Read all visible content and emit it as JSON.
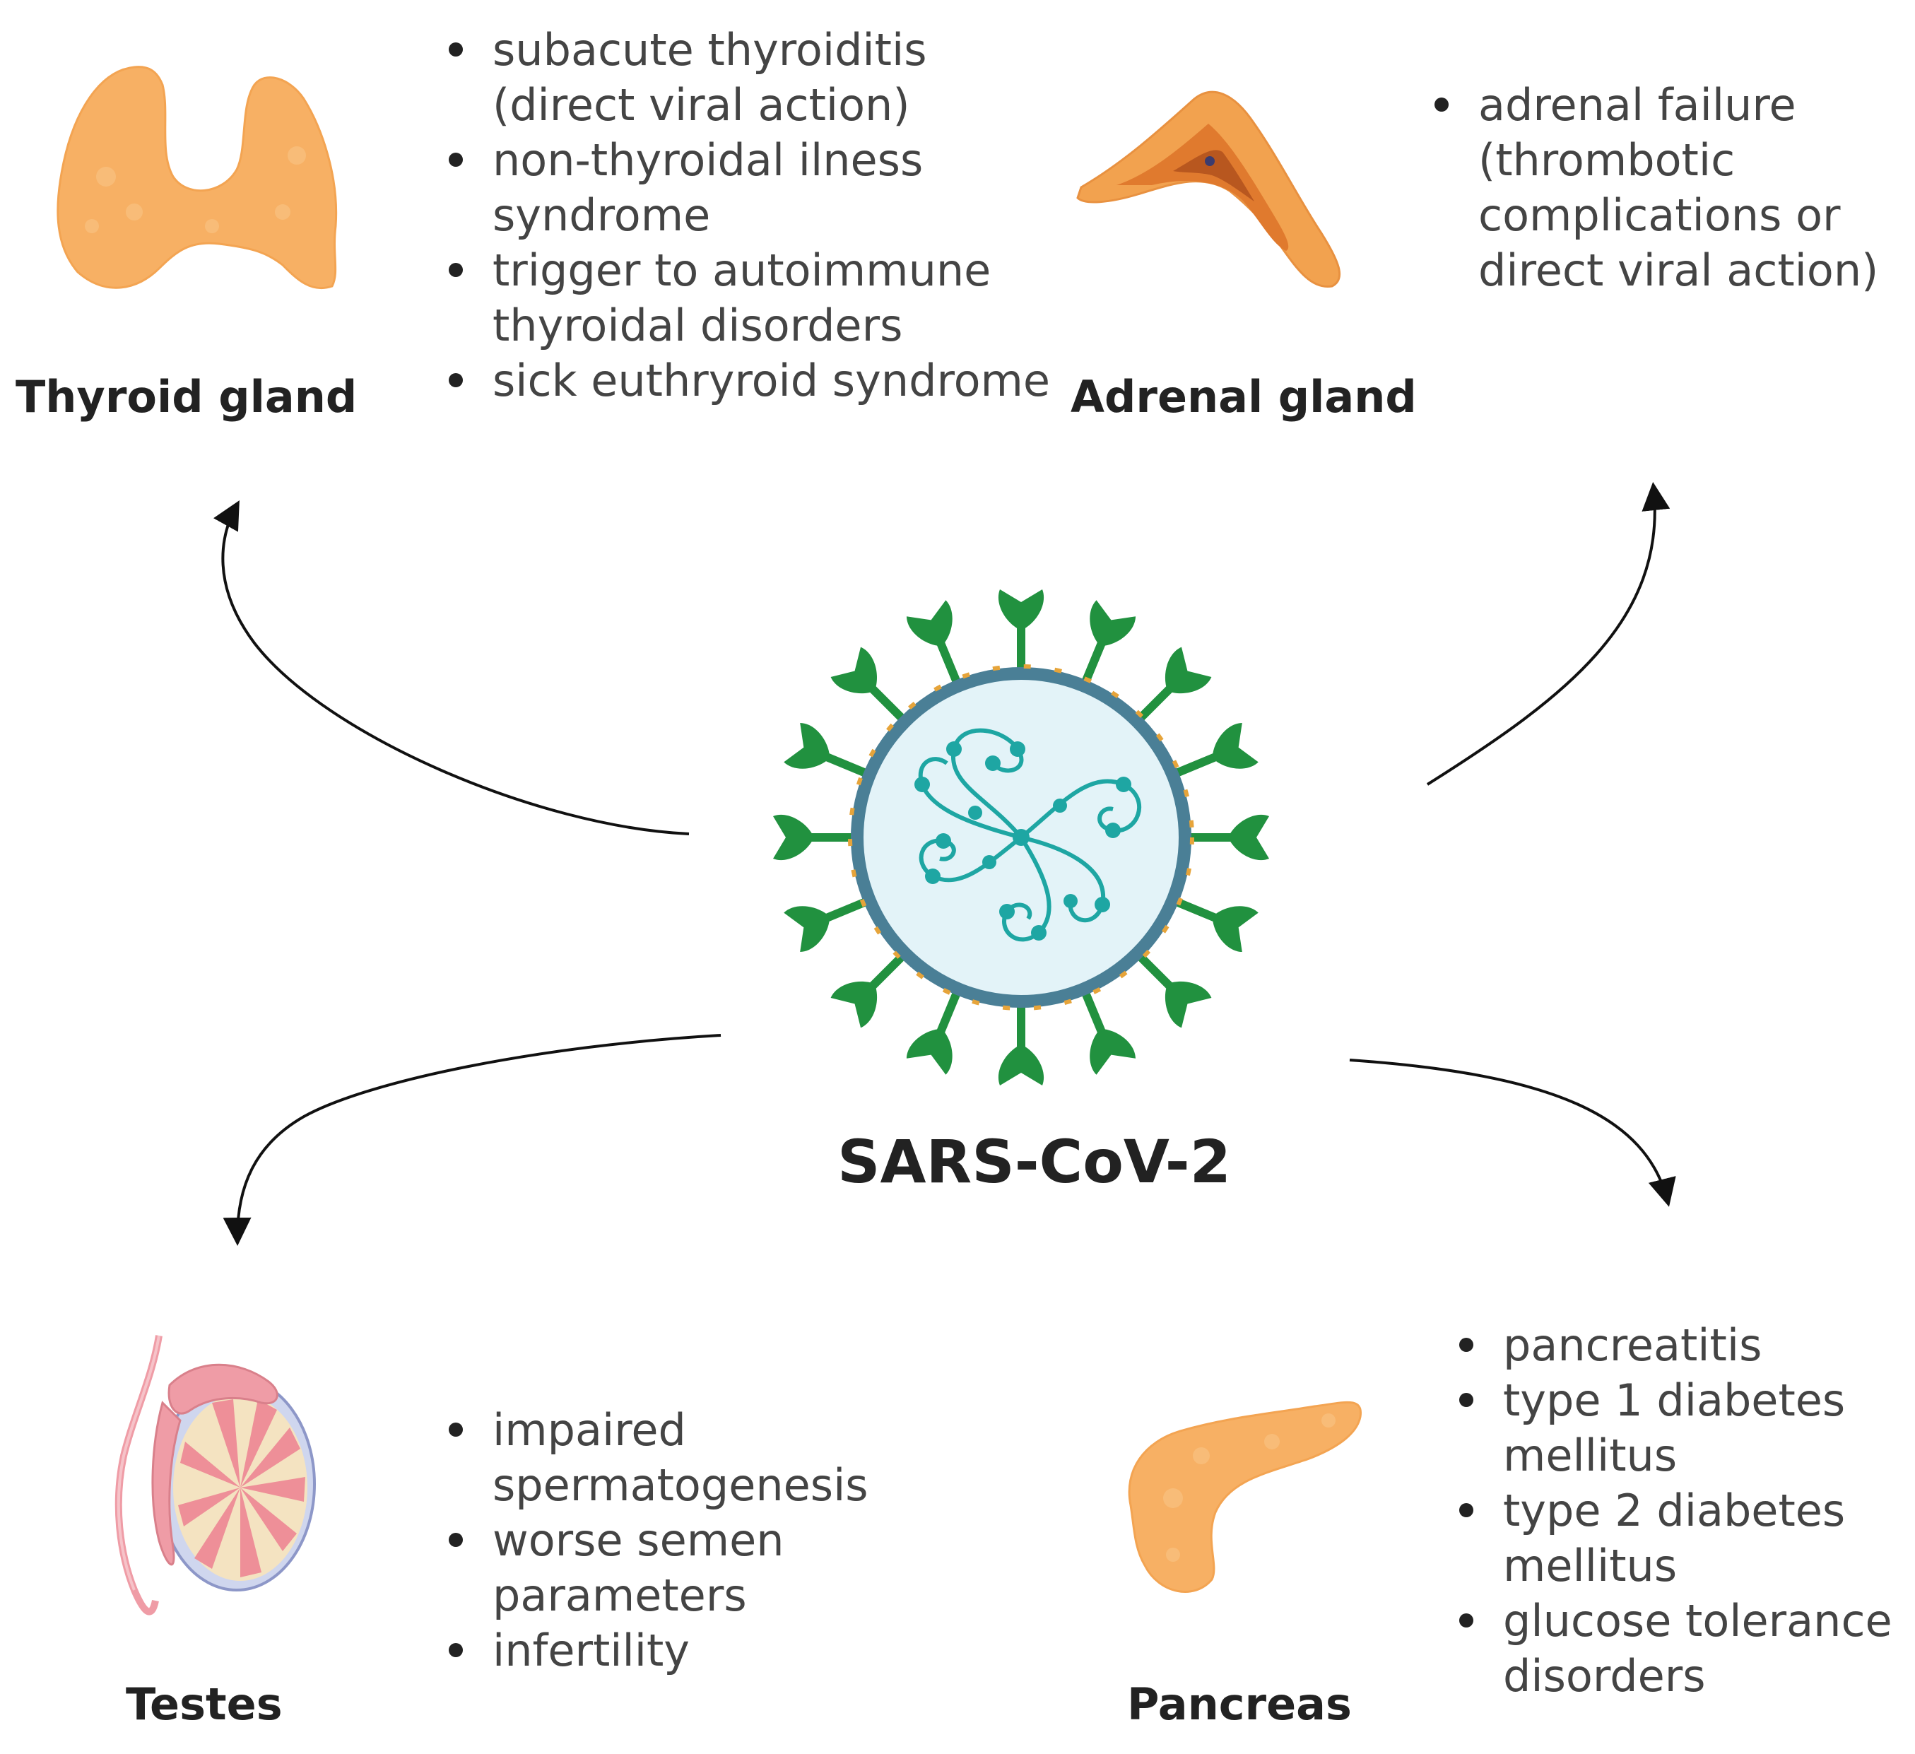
{
  "center": {
    "label": "SARS-CoV-2",
    "icon": "coronavirus-icon"
  },
  "organs": {
    "thyroid": {
      "label": "Thyroid gland",
      "icon": "thyroid-gland-icon",
      "effects": [
        "subacute thyroiditis (direct viral action)",
        "non-thyroidal ilness syndrome",
        "trigger to autoimmune thyroidal disorders",
        "sick euthryroid syndrome"
      ]
    },
    "adrenal": {
      "label": "Adrenal gland",
      "icon": "adrenal-gland-icon",
      "effects": [
        "adrenal failure (thrombotic complications or direct viral action)"
      ]
    },
    "testes": {
      "label": "Testes",
      "icon": "testes-icon",
      "effects": [
        "impaired spermatogenesis",
        "worse semen parameters",
        "infertility"
      ]
    },
    "pancreas": {
      "label": "Pancreas",
      "icon": "pancreas-icon",
      "effects": [
        "pancreatitis",
        "type 1 diabetes mellitus",
        "type 2 diabetes mellitus",
        "glucose tolerance disorders"
      ]
    }
  },
  "colors": {
    "organ_orange": "#f7b064",
    "virus_spike_green": "#21913f",
    "virus_membrane": "#4a7f96",
    "virus_interior": "#e3f3f8",
    "rna_teal": "#1ea6a3",
    "testes_pink": "#ef9ca6",
    "arrow": "#111111"
  }
}
